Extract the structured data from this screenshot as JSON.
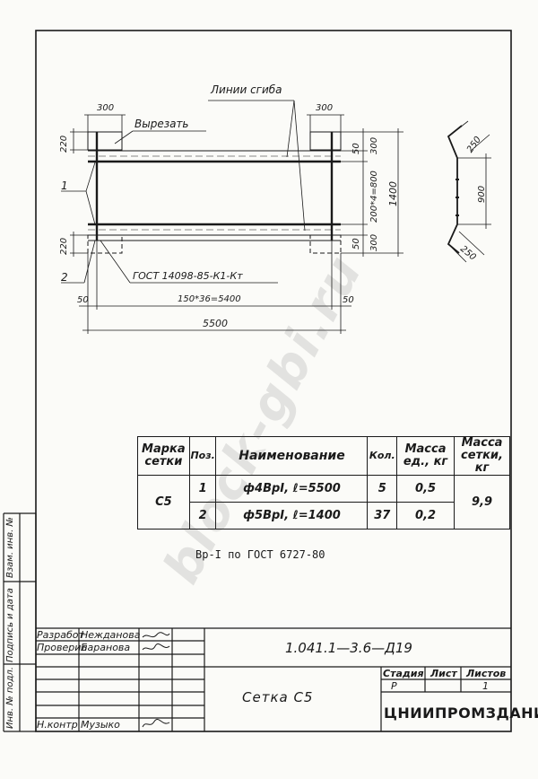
{
  "drawing": {
    "labels": {
      "bend_lines": "Линии сгиба",
      "cut": "Вырезать",
      "gost_weld": "ГОСТ 14098-85-К1-Кт",
      "pos1": "1",
      "pos2": "2"
    },
    "dims": {
      "top_left": "300",
      "top_right": "300",
      "left_220_top": "220",
      "left_220_bottom": "220",
      "r50_top": "50",
      "r300_top": "300",
      "r_mid": "200*4=800",
      "r1400": "1400",
      "r50_bot": "50",
      "r300_bot": "300",
      "b50_left": "50",
      "b50_right": "50",
      "b_pitch": "150*36=5400",
      "b_total": "5500"
    },
    "profile": {
      "top": "250",
      "mid": "900",
      "bot": "250"
    }
  },
  "spec_table": {
    "headers": {
      "mark": "Марка сетки",
      "pos": "Поз.",
      "name": "Наименование",
      "qty": "Кол.",
      "mass_unit": "Масса ед., кг",
      "mass_mesh": "Масса сетки, кг"
    },
    "mark": "С5",
    "mesh_mass": "9,9",
    "rows": [
      {
        "pos": "1",
        "name": "ф4ВрI, ℓ=5500",
        "qty": "5",
        "mass": "0,5"
      },
      {
        "pos": "2",
        "name": "ф5ВрI, ℓ=1400",
        "qty": "37",
        "mass": "0,2"
      }
    ]
  },
  "note": "Вр-I по ГОСТ 6727-80",
  "watermark": "block-gbi.ru",
  "side_stamp": {
    "inv_orig": "Инв. № подл.",
    "sign_date": "Подпись и дата",
    "replace_inv": "Взам. инв. №"
  },
  "title_block": {
    "code": "1.041.1—3.6—Д19",
    "title": "Сетка  С5",
    "stage_label": "Стадия",
    "sheet_label": "Лист",
    "sheets_label": "Листов",
    "stage": "Р",
    "sheet": "",
    "sheets": "1",
    "org": "ЦНИИПРОМЗДАНИЙ",
    "roles": [
      {
        "role": "Разработ",
        "name": "Нежданова"
      },
      {
        "role": "Проверил",
        "name": "Баранова"
      },
      {
        "role": "",
        "name": ""
      },
      {
        "role": "",
        "name": ""
      },
      {
        "role": "",
        "name": ""
      },
      {
        "role": "Н.контр",
        "name": "Музыко"
      }
    ]
  }
}
